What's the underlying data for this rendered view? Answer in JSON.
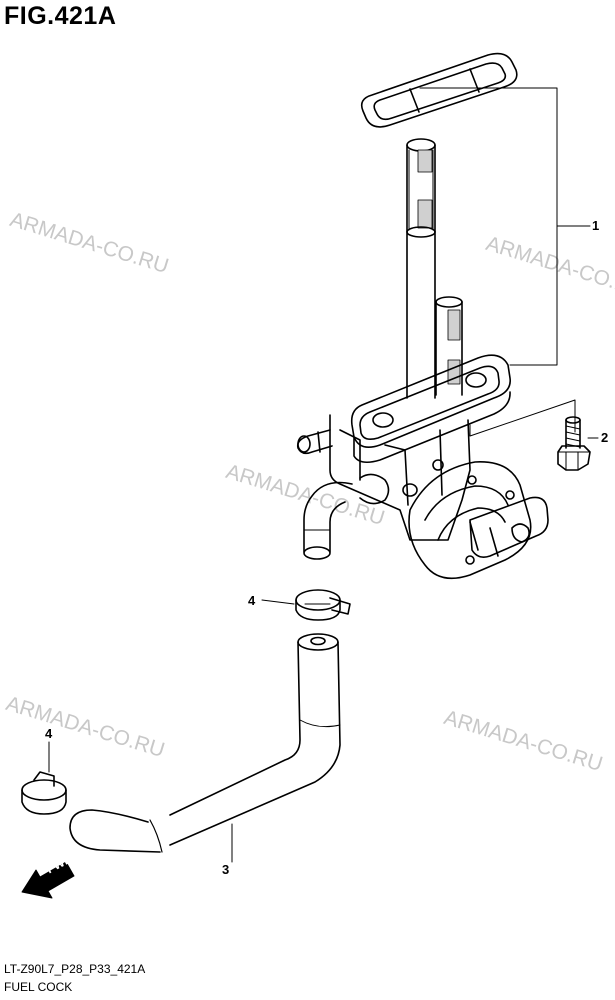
{
  "figure": {
    "title": "FIG.421A",
    "model_code": "LT-Z90L7_P28_P33_421A",
    "caption": "FUEL COCK"
  },
  "watermark": {
    "text": "ARMADA-CO.RU"
  },
  "callouts": {
    "c1": "1",
    "c2": "2",
    "c3": "3",
    "c4a": "4",
    "c4b": "4"
  },
  "direction": {
    "label": "FWD"
  },
  "colors": {
    "line": "#000000",
    "watermark": "#c8c8c8",
    "background": "#ffffff"
  },
  "icons": {
    "fwd_arrow": "arrow-left-icon"
  }
}
